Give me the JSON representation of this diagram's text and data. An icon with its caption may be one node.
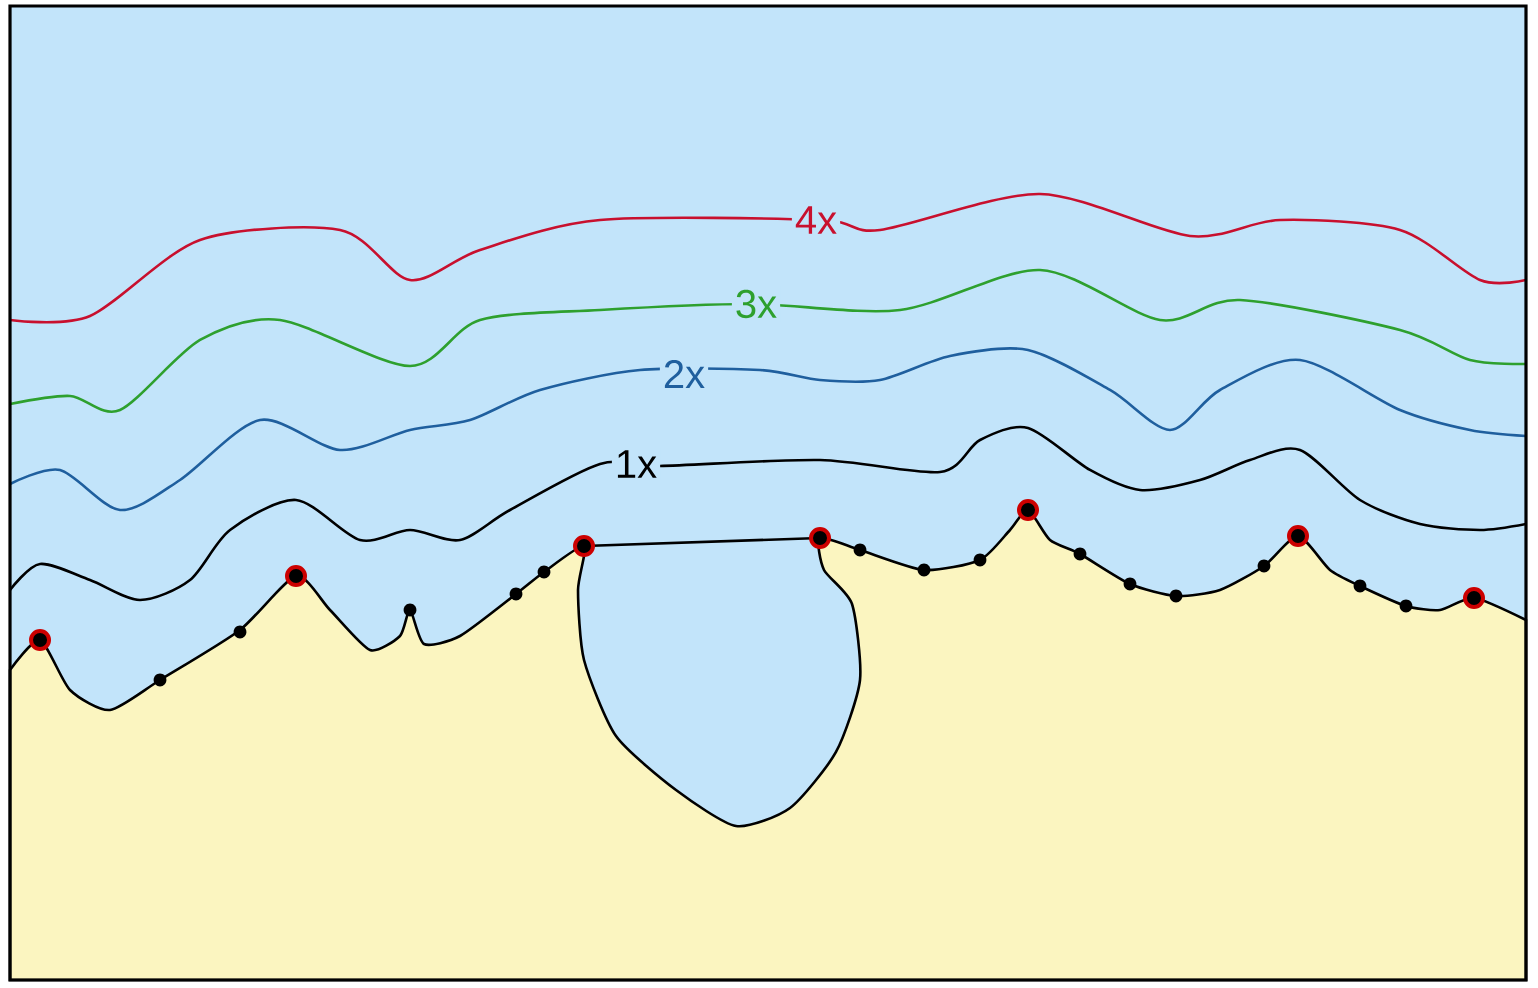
{
  "diagram": {
    "labels": [
      "4x",
      "3x",
      "2x",
      "1x"
    ]
  }
}
